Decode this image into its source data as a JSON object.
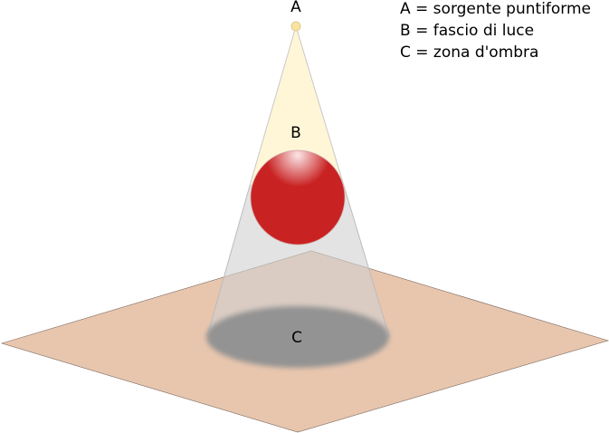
{
  "labels": {
    "a": "A",
    "b": "B",
    "c": "C"
  },
  "legend": [
    "A = sorgente puntiforme",
    "B = fascio di luce",
    "C = zona d'ombra"
  ],
  "colors": {
    "floor": "#e8c6ae",
    "light_beam": "#fff6d8",
    "shadow_cone": "#d8d8d8",
    "shadow": "#939393",
    "sphere": "#c92222",
    "source": "#f8e4a0"
  }
}
